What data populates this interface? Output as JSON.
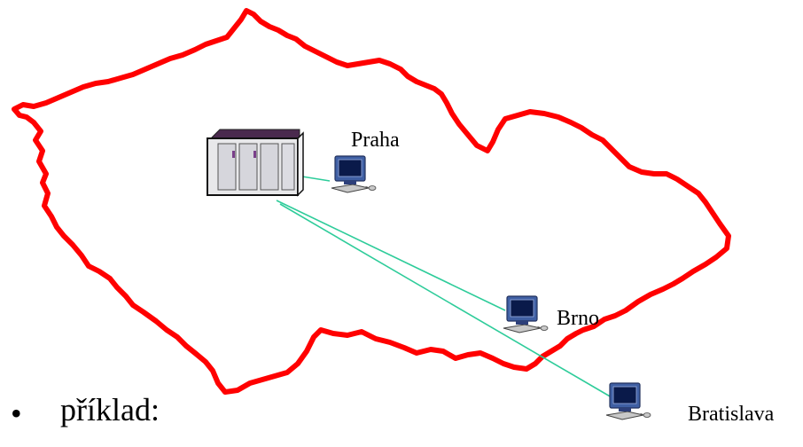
{
  "colors": {
    "border": "#ff0000",
    "link": "#2ecc9a",
    "mainframe_top": "#4a2a4e",
    "pc_body": "#3f5fa3"
  },
  "icons": {
    "mainframe": "mainframe-server-icon",
    "terminal": "computer-terminal-icon"
  },
  "nodes": {
    "praha": {
      "label": "Praha"
    },
    "brno": {
      "label": "Brno"
    },
    "bratislava": {
      "label": "Bratislava"
    }
  },
  "bullet": {
    "marker": "•",
    "text": "příklad:"
  }
}
